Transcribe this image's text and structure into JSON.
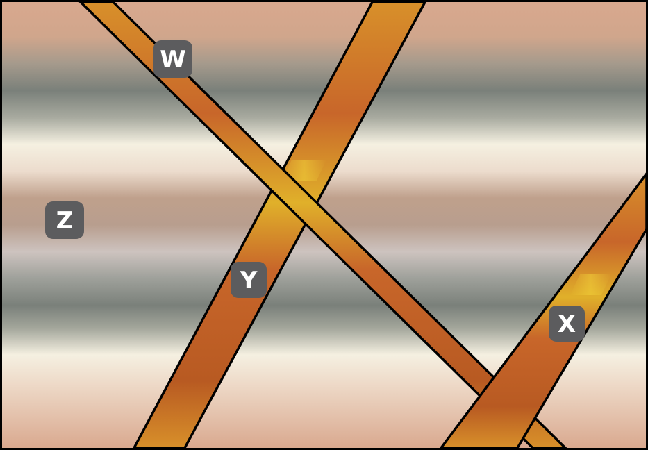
{
  "labels": {
    "w": "W",
    "x": "X",
    "y": "Y",
    "z": "Z"
  },
  "colors": {
    "background_copper": "#d9a88e",
    "background_steel": "#7a807a",
    "background_cream": "#f5f0e1",
    "rod_copper": "#c8662a",
    "rod_gold": "#e0b02a",
    "label_badge": "#5c5c5e",
    "outline": "#000000"
  }
}
